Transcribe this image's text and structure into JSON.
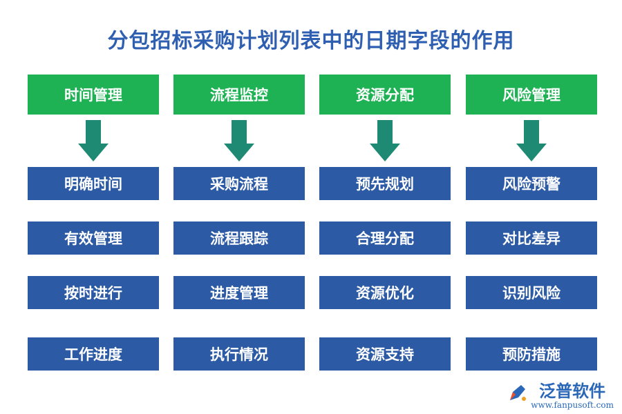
{
  "title": "分包招标采购计划列表中的日期字段的作用",
  "colors": {
    "header": "#1fb254",
    "item": "#2c5aa4",
    "arrow": "#1f8a73",
    "title": "#2f5fb0"
  },
  "columns": [
    {
      "header": "时间管理",
      "items": [
        "明确时间",
        "有效管理",
        "按时进行",
        "工作进度"
      ]
    },
    {
      "header": "流程监控",
      "items": [
        "采购流程",
        "流程跟踪",
        "进度管理",
        "执行情况"
      ]
    },
    {
      "header": "资源分配",
      "items": [
        "预先规划",
        "合理分配",
        "资源优化",
        "资源支持"
      ]
    },
    {
      "header": "风险管理",
      "items": [
        "风险预警",
        "对比差异",
        "识别风险",
        "预防措施"
      ]
    }
  ],
  "logo": {
    "name": "泛普软件",
    "url": "www.fanpusoft.com"
  }
}
